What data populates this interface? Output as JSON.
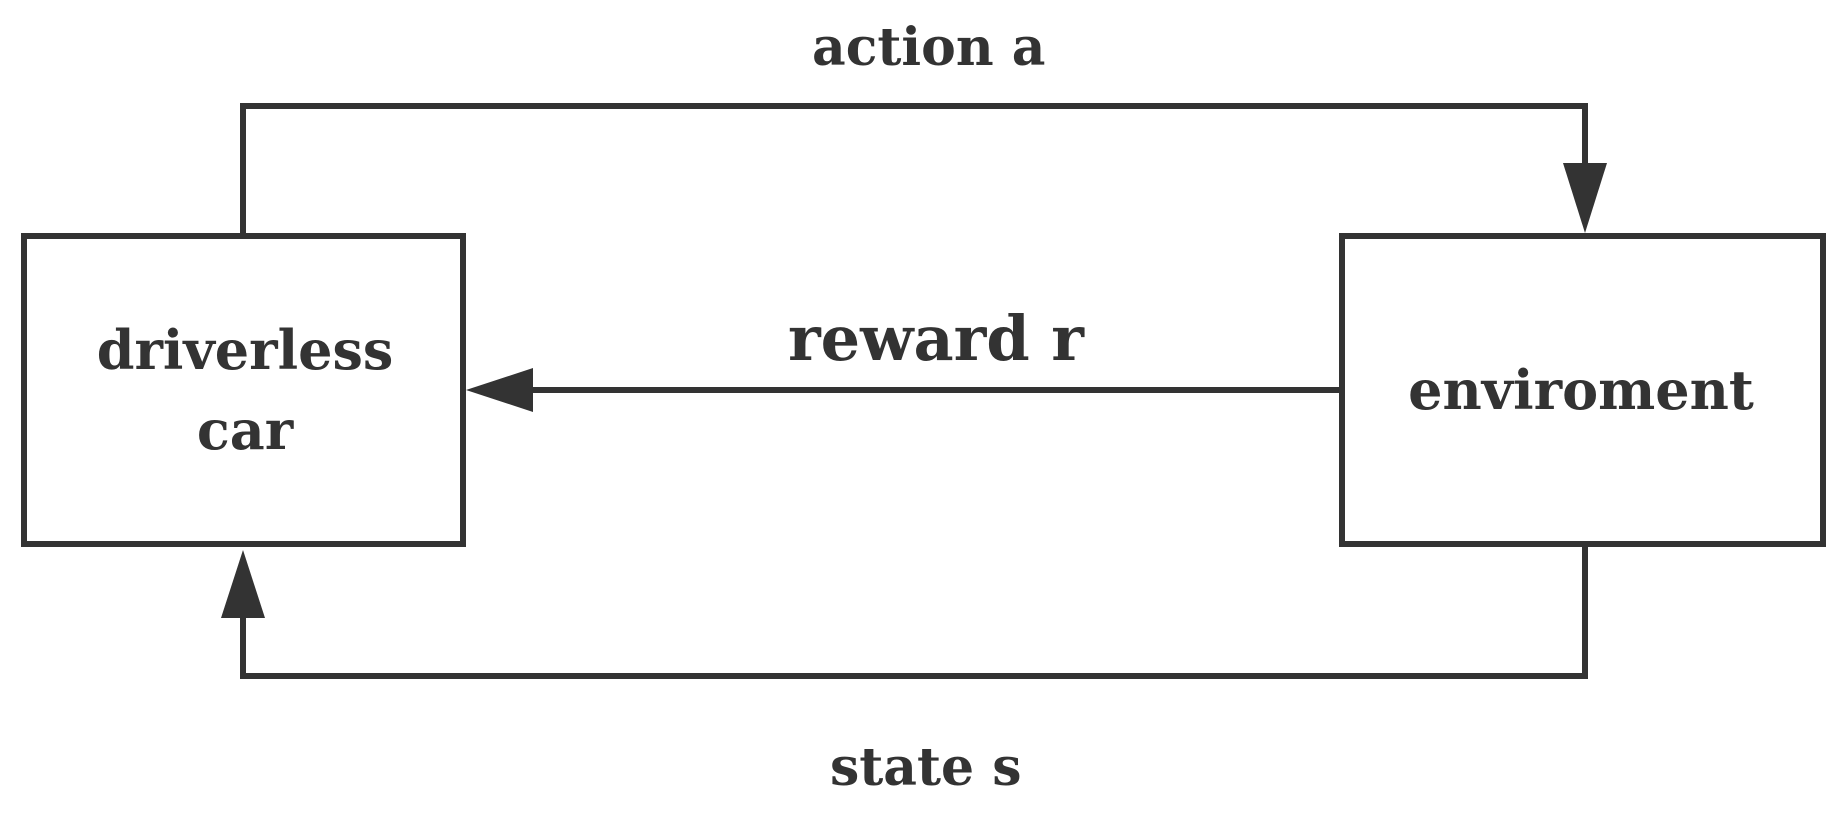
{
  "diagram": {
    "nodes": {
      "agent": {
        "line1": "driverless",
        "line2": "car"
      },
      "environment": {
        "label": "enviroment"
      }
    },
    "edges": {
      "action": {
        "label": "action a"
      },
      "reward": {
        "label": "reward r"
      },
      "state": {
        "label": "state s"
      }
    }
  },
  "colors": {
    "stroke": "#333333",
    "background": "#ffffff",
    "text": "#333333"
  }
}
